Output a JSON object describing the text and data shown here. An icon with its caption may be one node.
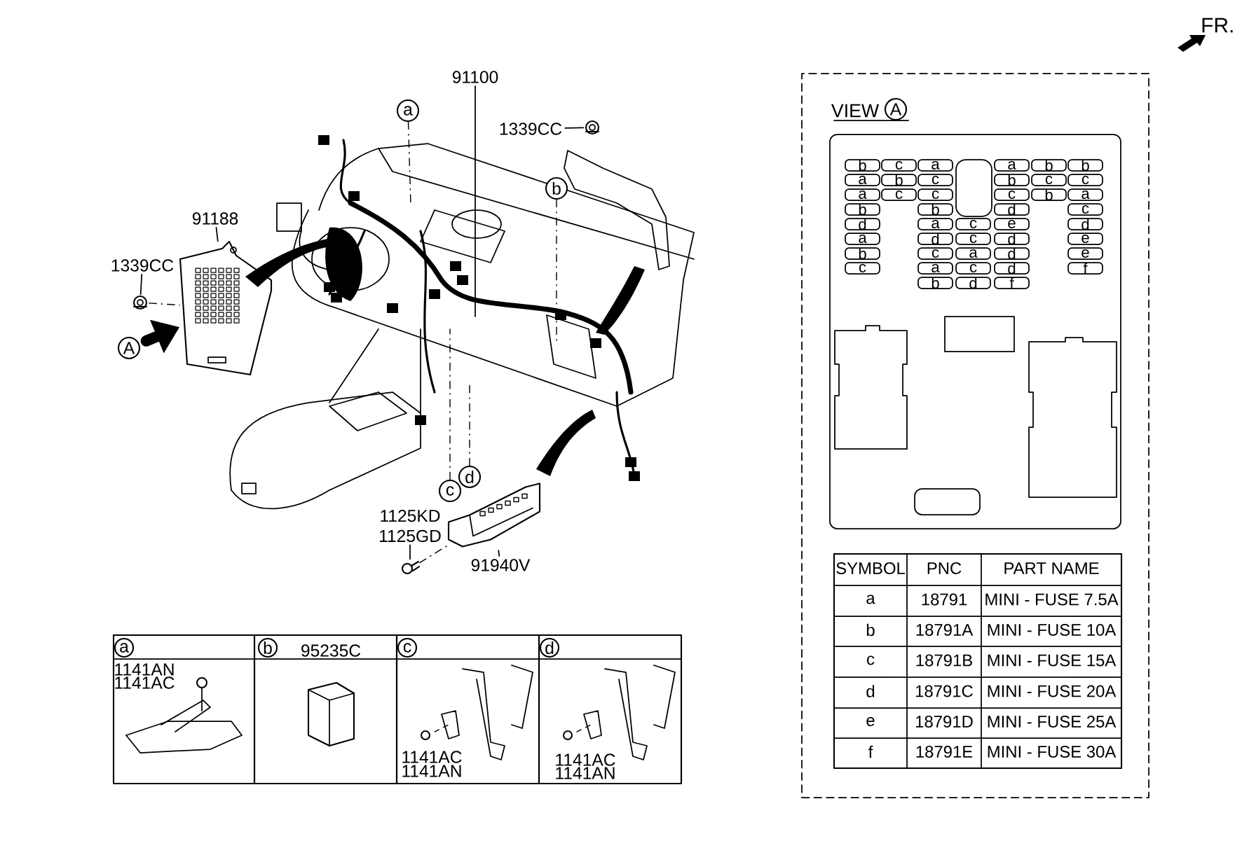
{
  "diagram": {
    "nodes": [
      {
        "text": [
          "91100"
        ]
      },
      {
        "text": [
          "a"
        ]
      },
      {
        "text": [
          "1339CC"
        ]
      },
      {
        "text": [],
        "shape": "picture"
      },
      {
        "text": [
          "b"
        ]
      },
      {
        "text": [
          "91188"
        ]
      },
      {
        "text": [],
        "shape": "picture"
      },
      {
        "text": [
          "1339CC"
        ]
      },
      {
        "text": [],
        "shape": "picture"
      },
      {
        "text": [
          "A"
        ]
      },
      {
        "text": [
          "c"
        ]
      },
      {
        "text": [
          "d"
        ]
      },
      {
        "text": [
          "1125KD",
          "1125GD"
        ]
      },
      {
        "text": [],
        "shape": "picture"
      },
      {
        "text": [
          "91940V"
        ]
      },
      {
        "text": [],
        "shape": "picture"
      },
      {
        "text": [
          "a",
          "1141AN",
          "1141AC"
        ]
      },
      {
        "text": [
          "b",
          "95235C"
        ]
      },
      {
        "text": [
          "c",
          "1141AC",
          "1141AN"
        ]
      },
      {
        "text": [
          "d",
          "1141AC",
          "1141AN"
        ]
      },
      {
        "text": [
          "VIEW"
        ]
      },
      {
        "text": [
          "A"
        ],
        "in": 20
      },
      {
        "text": [],
        "shape": "box",
        "in": 20
      }
    ],
    "edges": [
      {
        "from": 0,
        "to": null,
        "arrow": "none"
      },
      {
        "from": 1,
        "to": null,
        "arrow": "none",
        "style": "dashed"
      },
      {
        "from": 2,
        "to": 3,
        "arrow": "none"
      },
      {
        "from": 4,
        "to": null,
        "arrow": "none",
        "style": "dashed"
      },
      {
        "from": 5,
        "to": 6,
        "arrow": "none"
      },
      {
        "from": 7,
        "to": 8,
        "arrow": "none"
      },
      {
        "from": 9,
        "to": 6,
        "arrow": "to",
        "style": "thick"
      },
      {
        "from": 10,
        "to": null,
        "arrow": "none",
        "style": "dashed"
      },
      {
        "from": 11,
        "to": null,
        "arrow": "none",
        "style": "dashed"
      },
      {
        "from": 12,
        "to": 13,
        "arrow": "none"
      },
      {
        "from": 14,
        "to": 15,
        "arrow": "none"
      },
      {
        "from": 8,
        "to": 6,
        "arrow": "none",
        "style": "dashed"
      },
      {
        "from": 13,
        "to": 15,
        "arrow": "none",
        "style": "dashed"
      }
    ],
    "labels": [
      "b",
      "c",
      "a",
      "a",
      "b",
      "b",
      "a",
      "b",
      "c",
      "b",
      "c",
      "c",
      "a",
      "c",
      "c",
      "c",
      "b",
      "a",
      "b",
      "b",
      "d",
      "c",
      "d",
      "a",
      "c",
      "e",
      "d",
      "a",
      "d",
      "c",
      "d",
      "e",
      "b",
      "c",
      "a",
      "d",
      "e",
      "c",
      "a",
      "c",
      "d",
      "f",
      "b",
      "d",
      "f",
      "SYMBOL",
      "PNC",
      "PART NAME",
      "a",
      "18791",
      "MINI - FUSE 7.5A",
      "b",
      "18791A",
      "MINI - FUSE 10A",
      "c",
      "18791B",
      "MINI - FUSE 15A",
      "d",
      "18791C",
      "MINI - FUSE 20A",
      "e",
      "18791D",
      "MINI - FUSE 25A",
      "f",
      "18791E",
      "MINI - FUSE 30A",
      "FR."
    ]
  }
}
